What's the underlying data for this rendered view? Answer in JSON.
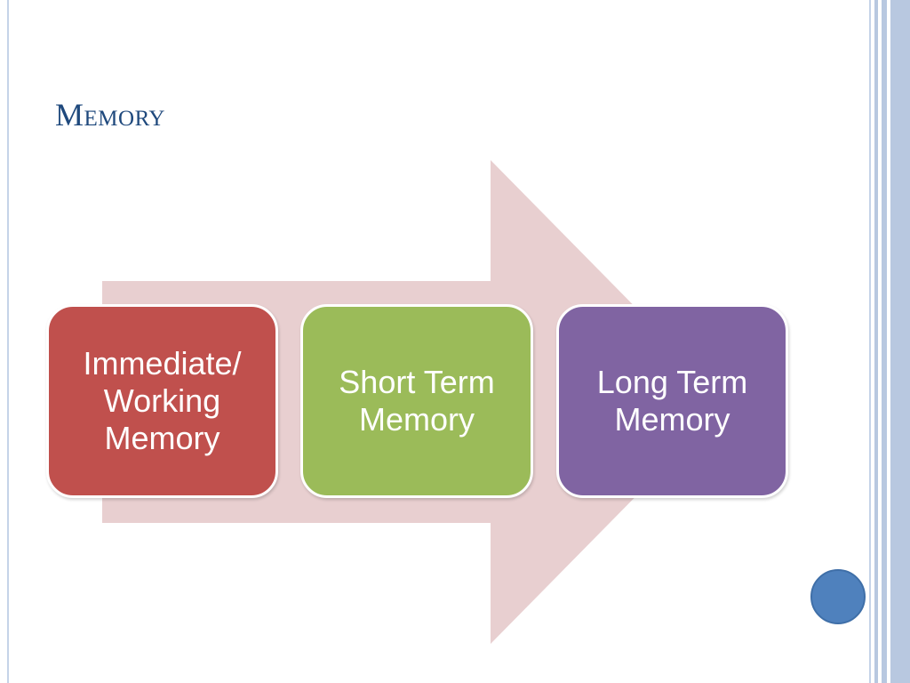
{
  "slide": {
    "title": "Memory"
  },
  "diagram": {
    "type": "process-arrow",
    "stages": [
      {
        "label": "Immediate/\nWorking\nMemory",
        "color": "#c0504d"
      },
      {
        "label": "Short Term\nMemory",
        "color": "#9bbb59"
      },
      {
        "label": "Long Term\nMemory",
        "color": "#8064a2"
      }
    ],
    "arrow_color": "#e8cfd0"
  },
  "theme": {
    "title_color": "#1f497d",
    "stripe_color": "#b8c8e0",
    "nav_dot_color": "#4f81bd"
  }
}
